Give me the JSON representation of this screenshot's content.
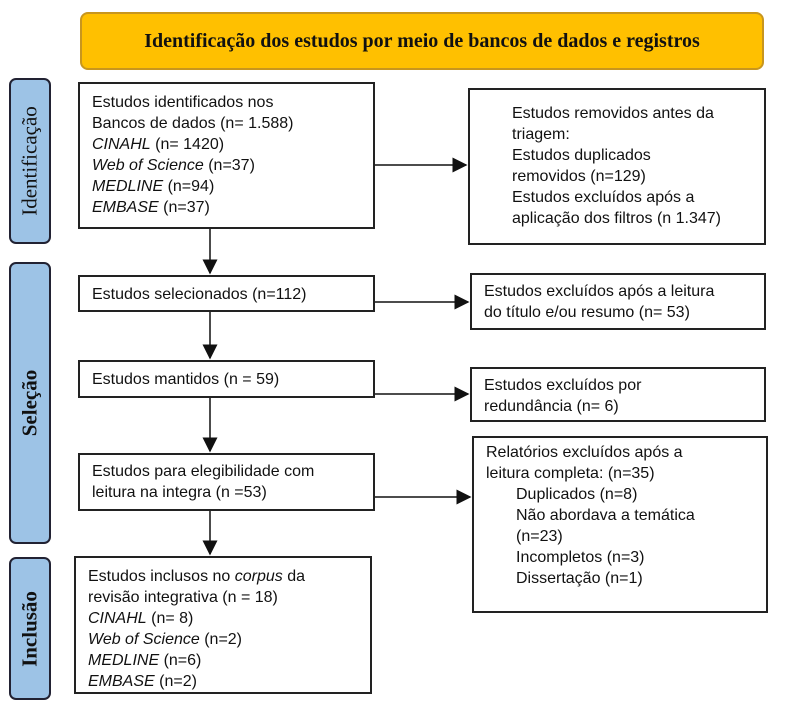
{
  "header": {
    "title": "Identificação dos estudos por meio de bancos de dados e registros"
  },
  "phases": {
    "identificacao": "Identificação",
    "selecao": "Seleção",
    "inclusao": "Inclusão"
  },
  "box_identified": {
    "line1": "Estudos identificados nos",
    "line2": "Bancos de dados (n= 1.588)",
    "rows": [
      {
        "db": "CINAHL",
        "n": " (n= 1420)"
      },
      {
        "db": "Web of Science",
        "n": " (n=37)"
      },
      {
        "db": "MEDLINE",
        "n": " (n=94)"
      },
      {
        "db": "EMBASE",
        "n": " (n=37)"
      }
    ]
  },
  "box_removed": {
    "lines": [
      "Estudos removidos antes da",
      "triagem:",
      "Estudos duplicados",
      "removidos (n=129)",
      "Estudos excluídos após a",
      "aplicação dos filtros (n 1.347)"
    ]
  },
  "box_selected": {
    "text": "Estudos selecionados (n=112)"
  },
  "box_excluded_title": {
    "lines": [
      "Estudos excluídos após a leitura",
      "do título e/ou resumo (n= 53)"
    ]
  },
  "box_kept": {
    "text": "Estudos mantidos (n = 59)"
  },
  "box_excluded_redundancy": {
    "lines": [
      "Estudos excluídos por",
      "redundância (n= 6)"
    ]
  },
  "box_eligibility": {
    "lines": [
      "Estudos para elegibilidade com",
      "leitura na integra (n =53)"
    ]
  },
  "box_reports_excluded": {
    "lines": [
      "Relatórios excluídos após a",
      "leitura completa: (n=35)"
    ],
    "items": [
      "Duplicados (n=8)",
      "Não abordava a temática",
      "(n=23)",
      "Incompletos (n=3)",
      "Dissertação (n=1)"
    ]
  },
  "box_included": {
    "pre": "Estudos inclusos no ",
    "corpus": "corpus",
    "post": " da",
    "line2": "revisão integrativa (n = 18)",
    "rows": [
      {
        "db": "CINAHL",
        "n": " (n= 8)"
      },
      {
        "db": "Web of Science",
        "n": " (n=2)"
      },
      {
        "db": "MEDLINE",
        "n": " (n=6)"
      },
      {
        "db": "EMBASE",
        "n": " (n=2)"
      }
    ]
  }
}
